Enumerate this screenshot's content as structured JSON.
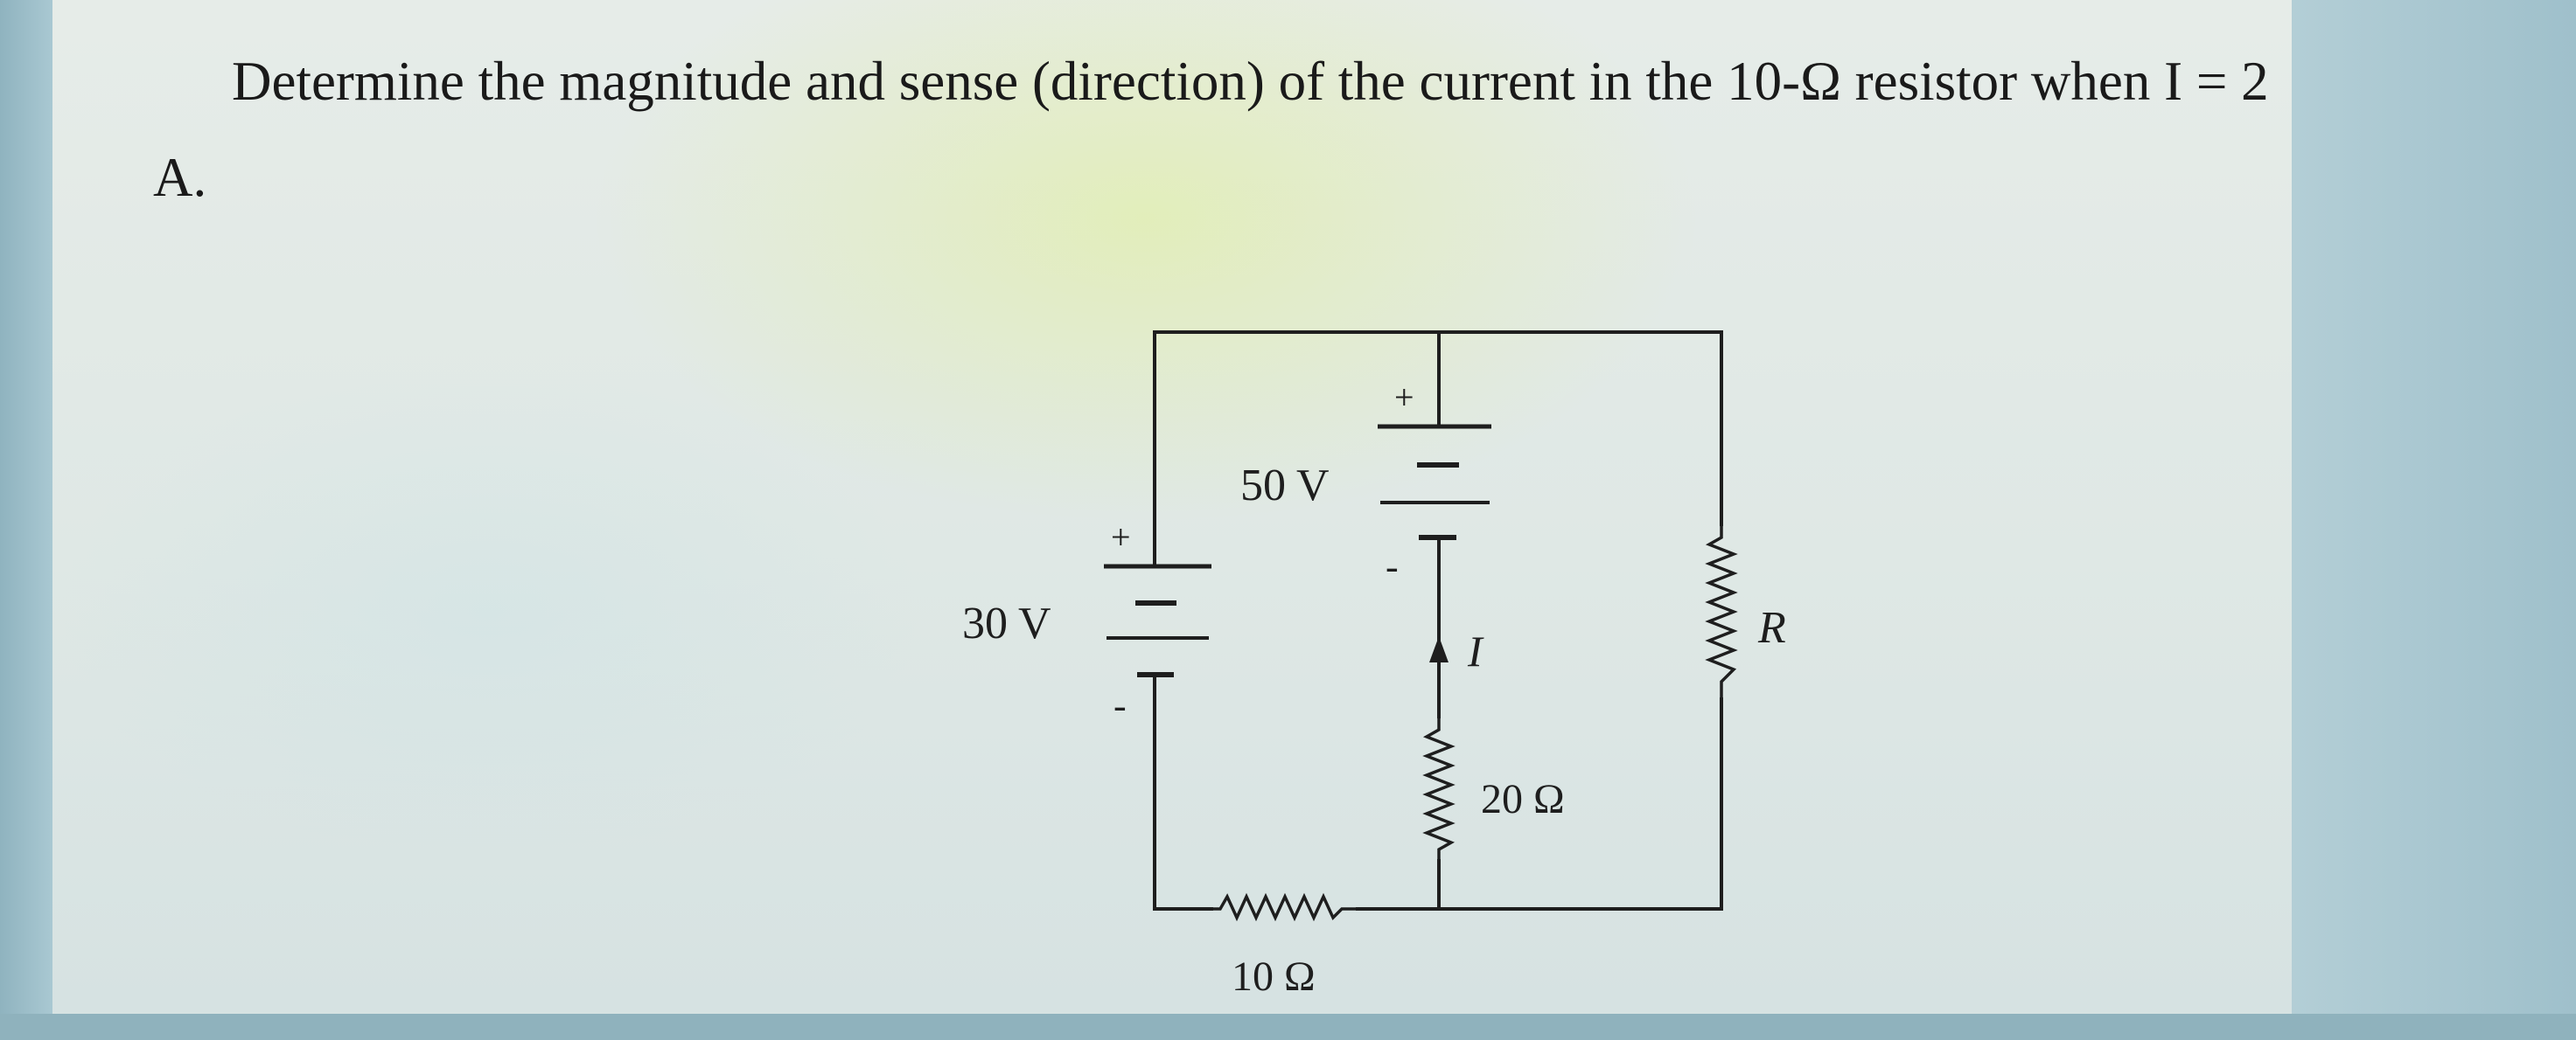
{
  "question": {
    "text": "Determine the magnitude and sense (direction) of the current in the 10-Ω resistor when I = 2 A."
  },
  "circuit": {
    "labels": {
      "source_30": "30 V",
      "source_50": "50 V",
      "resistor_10": "10 Ω",
      "resistor_20": "20 Ω",
      "resistor_r": "R",
      "current": "I",
      "plus": "+",
      "minus": "-"
    }
  }
}
